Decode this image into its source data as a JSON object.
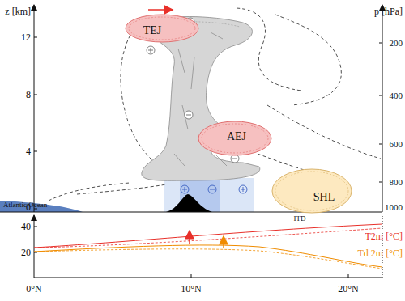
{
  "diagram": {
    "nodes": [
      {
        "text": [
          "TEJ"
        ]
      },
      {
        "text": [
          "AEJ"
        ]
      },
      {
        "text": [
          "SHL"
        ]
      }
    ],
    "labels": [
      "z [km]",
      "p [hPa]",
      "12",
      "8",
      "4",
      "0",
      "200",
      "400",
      "600",
      "800",
      "1000",
      "Atlantic Ocean",
      "ITD",
      "40",
      "20",
      "T2m [°C]",
      "Td 2m [°C]",
      "0°N",
      "10°N",
      "20°N"
    ]
  }
}
